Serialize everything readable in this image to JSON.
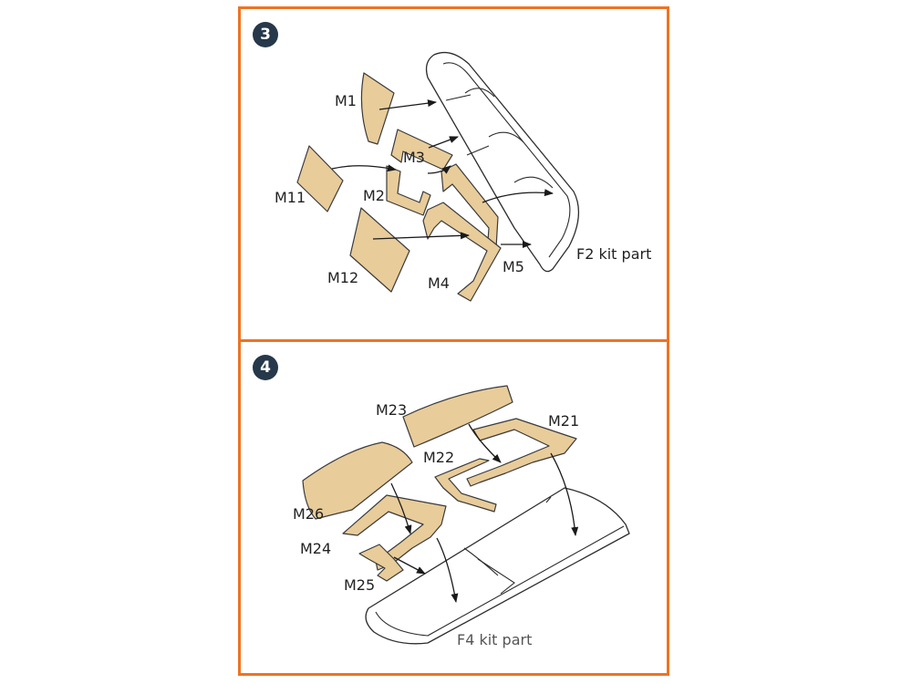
{
  "steps": [
    {
      "number": "3",
      "labels": {
        "m1": "M1",
        "m3": "M3",
        "m2": "M2",
        "m11": "M11",
        "m12": "M12",
        "m4": "M4",
        "m5": "M5",
        "kit_part": "F2 kit part"
      }
    },
    {
      "number": "4",
      "labels": {
        "m23": "M23",
        "m21": "M21",
        "m22": "M22",
        "m26": "M26",
        "m24": "M24",
        "m25": "M25",
        "kit_part": "F4 kit part"
      }
    }
  ],
  "colors": {
    "panel_border": "#ee7322",
    "badge_fill": "#26384a",
    "mask_fill": "#e8cc9a"
  }
}
